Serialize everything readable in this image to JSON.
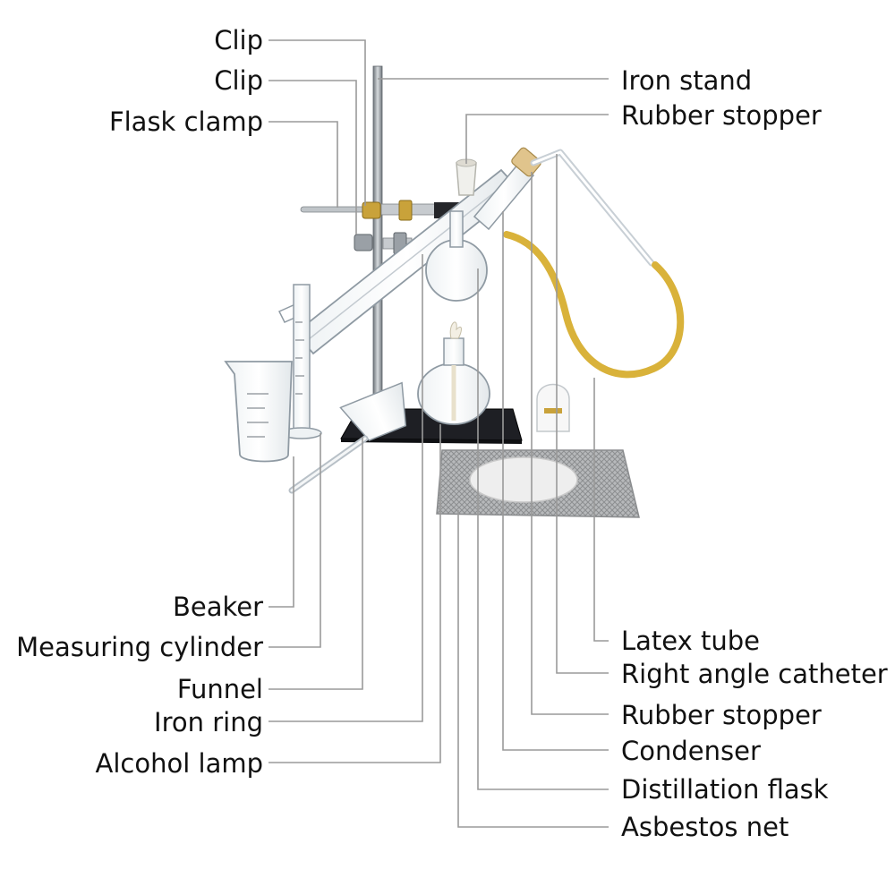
{
  "labels": {
    "clip_top": "Clip",
    "clip_second": "Clip",
    "flask_clamp": "Flask clamp",
    "iron_stand": "Iron stand",
    "rubber_stopper_top": "Rubber stopper",
    "beaker": "Beaker",
    "measuring_cylinder": "Measuring cylinder",
    "funnel": "Funnel",
    "iron_ring": "Iron ring",
    "alcohol_lamp": "Alcohol lamp",
    "latex_tube": "Latex tube",
    "right_angle_catheter": "Right angle catheter",
    "rubber_stopper_bottom": "Rubber stopper",
    "condenser": "Condenser",
    "distillation_flask": "Distillation flask",
    "asbestos_net": "Asbestos net"
  },
  "colors": {
    "label_text": "#111111",
    "leader_line": "#9a9a9a",
    "glass_stroke": "#8f9aa3",
    "stand_base": "#1e1f24",
    "latex_tube": "#d9b23a",
    "cork": "#e0c48c",
    "wire_mesh": "#a4a6a8",
    "brass": "#c9a23a",
    "steel": "#9aa0a6"
  }
}
